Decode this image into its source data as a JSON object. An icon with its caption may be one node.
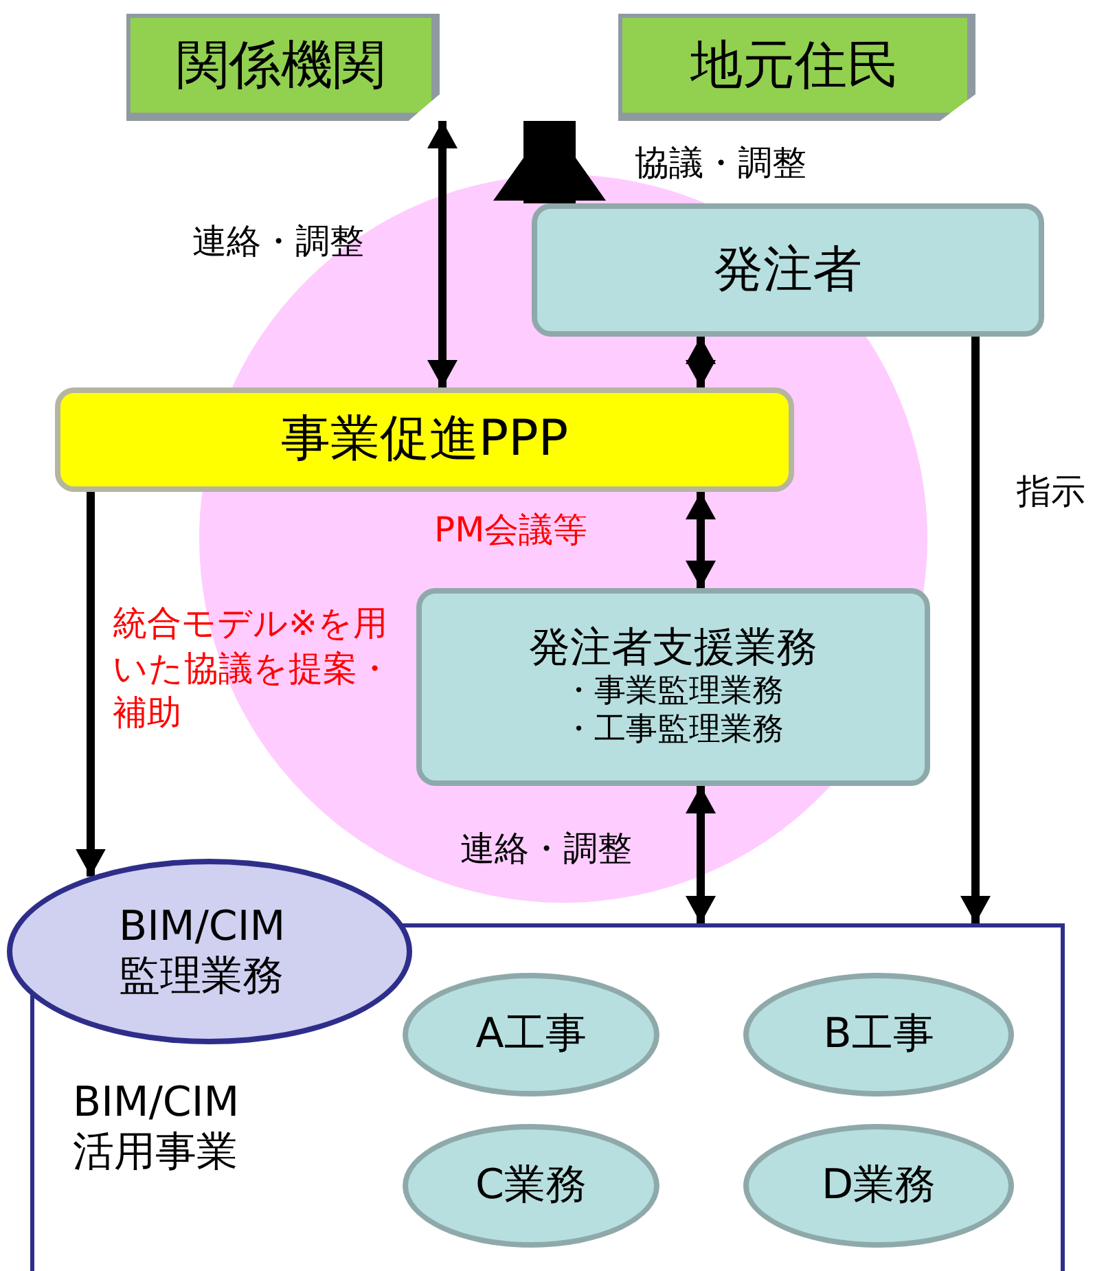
{
  "diagram": {
    "nodes": [
      {
        "text": [
          "関係機関"
        ]
      },
      {
        "text": [
          "地元住民"
        ]
      },
      {
        "text": [
          "発注者"
        ]
      },
      {
        "text": [
          "事業促進PPP"
        ]
      },
      {
        "text": [
          "発注者支援業務",
          "・事業監理業務",
          "・工事監理業務"
        ]
      },
      {
        "text": [
          "BIM/CIM活用事業"
        ]
      },
      {
        "text": [
          "BIM/CIM監理業務"
        ]
      },
      {
        "text": [
          "A工事"
        ],
        "in": 5
      },
      {
        "text": [
          "B工事"
        ],
        "in": 5
      },
      {
        "text": [
          "C業務"
        ],
        "in": 5
      },
      {
        "text": [
          "D業務"
        ],
        "in": 5
      }
    ],
    "edges": [
      {
        "from": 0,
        "to": 3,
        "arrow": "both",
        "label": "連絡・調整"
      },
      {
        "from": 2,
        "to": 1,
        "arrow": "to",
        "style": "thick",
        "label": "協議・調整"
      },
      {
        "from": 2,
        "to": 3,
        "arrow": "both"
      },
      {
        "from": 3,
        "to": 4,
        "arrow": "both",
        "label": "PM会議等"
      },
      {
        "from": 3,
        "to": 6,
        "arrow": "to",
        "label": "統合モデル※を用いた協議を提案・補助"
      },
      {
        "from": 4,
        "to": 5,
        "arrow": "both",
        "label": "連絡・調整"
      },
      {
        "from": 2,
        "to": 5,
        "arrow": "to",
        "label": "指示"
      }
    ]
  }
}
